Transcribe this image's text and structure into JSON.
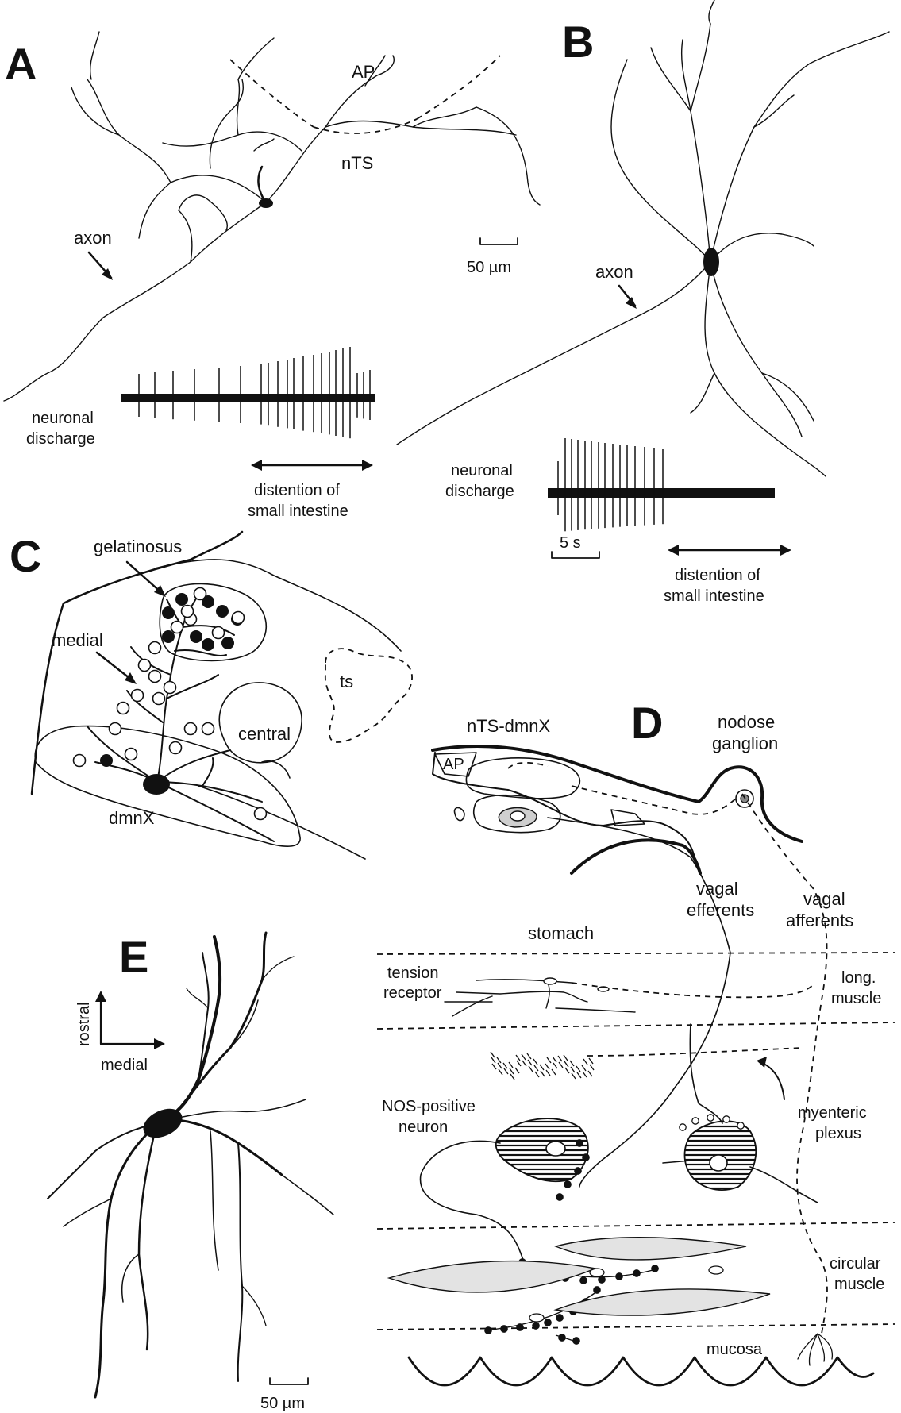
{
  "colors": {
    "ink": "#111111",
    "background": "#ffffff",
    "muscle_fill": "#e3e3e3",
    "stipple": "#bdbdbd"
  },
  "panel_a": {
    "letter": "A",
    "labels": {
      "ap": "AP",
      "nts": "nTS",
      "axon": "axon",
      "scale": "50 µm",
      "discharge_line1": "neuronal",
      "discharge_line2": "discharge",
      "distention_line1": "distention of",
      "distention_line2": "small intestine"
    }
  },
  "panel_b": {
    "letter": "B",
    "labels": {
      "axon": "axon",
      "discharge_line1": "neuronal",
      "discharge_line2": "discharge",
      "time_scale": "5 s",
      "distention_line1": "distention of",
      "distention_line2": "small intestine"
    }
  },
  "panel_c": {
    "letter": "C",
    "labels": {
      "gelatinosus": "gelatinosus",
      "medial": "medial",
      "ts": "ts",
      "central": "central",
      "dmnx": "dmnX"
    }
  },
  "panel_d": {
    "letter": "D",
    "labels": {
      "nts_dmnx": "nTS-dmnX",
      "ap": "AP",
      "nodose_line1": "nodose",
      "nodose_line2": "ganglion",
      "vagal_efferents_line1": "vagal",
      "vagal_efferents_line2": "efferents",
      "vagal_afferents_line1": "vagal",
      "vagal_afferents_line2": "afferents",
      "stomach": "stomach",
      "tension_line1": "tension",
      "tension_line2": "receptor",
      "long_muscle_line1": "long.",
      "long_muscle_line2": "muscle",
      "myenteric_line1": "myenteric",
      "myenteric_line2": "plexus",
      "nos_line1": "NOS-positive",
      "nos_line2": "neuron",
      "circular_line1": "circular",
      "circular_line2": "muscle",
      "mucosa": "mucosa"
    }
  },
  "panel_e": {
    "letter": "E",
    "labels": {
      "rostral": "rostral",
      "medial": "medial",
      "scale": "50 µm"
    }
  }
}
